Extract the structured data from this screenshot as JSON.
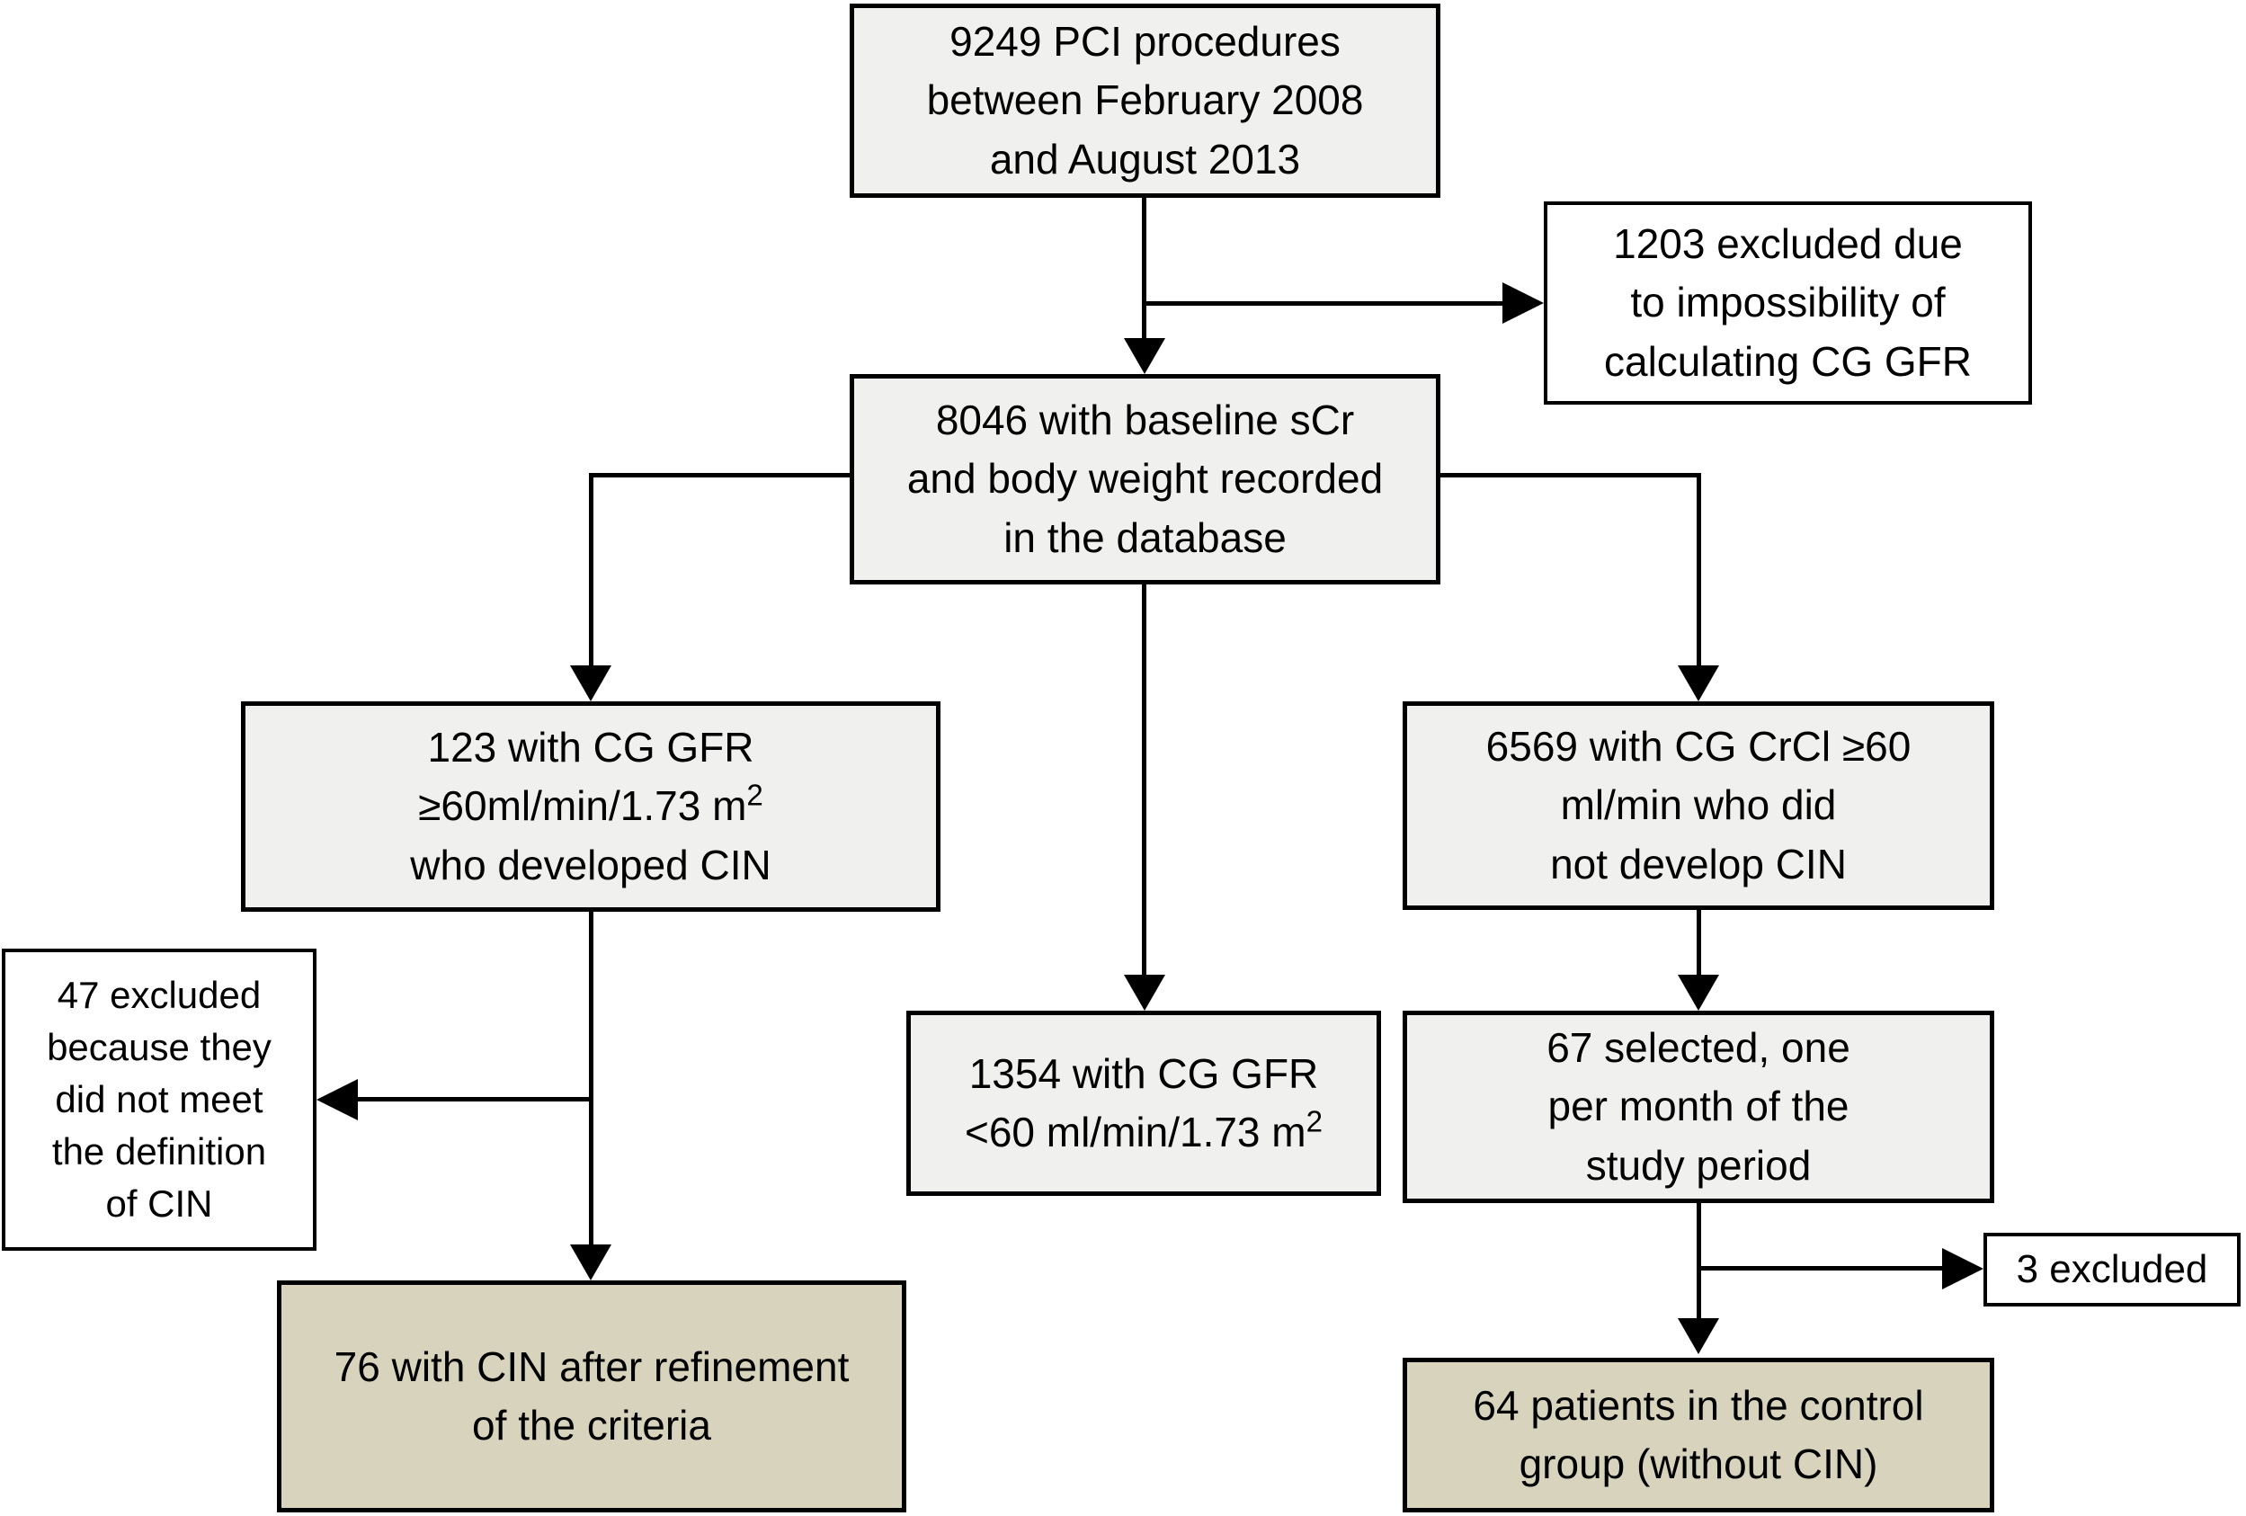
{
  "figure": {
    "title": "Patient selection flowchart",
    "background": "#ffffff"
  },
  "colors": {
    "box_gray": "#f0f0ef",
    "box_tan": "#d7d3bc",
    "box_white": "#ffffff",
    "border": "#000000",
    "connector": "#000000"
  },
  "boxes": {
    "procedures": {
      "fill": "gray",
      "lines": [
        "9249 PCI procedures",
        "between February 2008",
        "and August 2013"
      ]
    },
    "excluded_gfr": {
      "fill": "white",
      "lines": [
        "1203 excluded due",
        "to impossibility of",
        "calculating CG GFR"
      ]
    },
    "baseline": {
      "fill": "gray",
      "lines": [
        "8046 with baseline sCr",
        "and body weight recorded",
        "in the database"
      ]
    },
    "cin_group": {
      "fill": "gray",
      "lines": [
        "123 with CG GFR",
        {
          "pre": "≥60ml/min/1.73 m",
          "sup": "2"
        },
        "who developed CIN"
      ]
    },
    "no_cin_group": {
      "fill": "gray",
      "lines": [
        "6569 with CG CrCl ≥60",
        "ml/min who did",
        "not develop CIN"
      ]
    },
    "excluded_definition": {
      "fill": "white",
      "lines": [
        "47 excluded",
        "because they",
        "did not meet",
        "the definition",
        "of CIN"
      ]
    },
    "low_gfr": {
      "fill": "gray",
      "lines": [
        "1354 with CG GFR",
        {
          "pre": "<60 ml/min/1.73 m",
          "sup": "2"
        }
      ]
    },
    "selected": {
      "fill": "gray",
      "lines": [
        "67 selected, one",
        "per month of the",
        "study period"
      ]
    },
    "refined_cin": {
      "fill": "tan",
      "lines": [
        "76 with CIN after refinement",
        "of the criteria"
      ]
    },
    "excluded_three": {
      "fill": "white",
      "lines": [
        "3 excluded"
      ]
    },
    "control_group": {
      "fill": "tan",
      "lines": [
        "64 patients in the control",
        "group (without CIN)"
      ]
    }
  }
}
